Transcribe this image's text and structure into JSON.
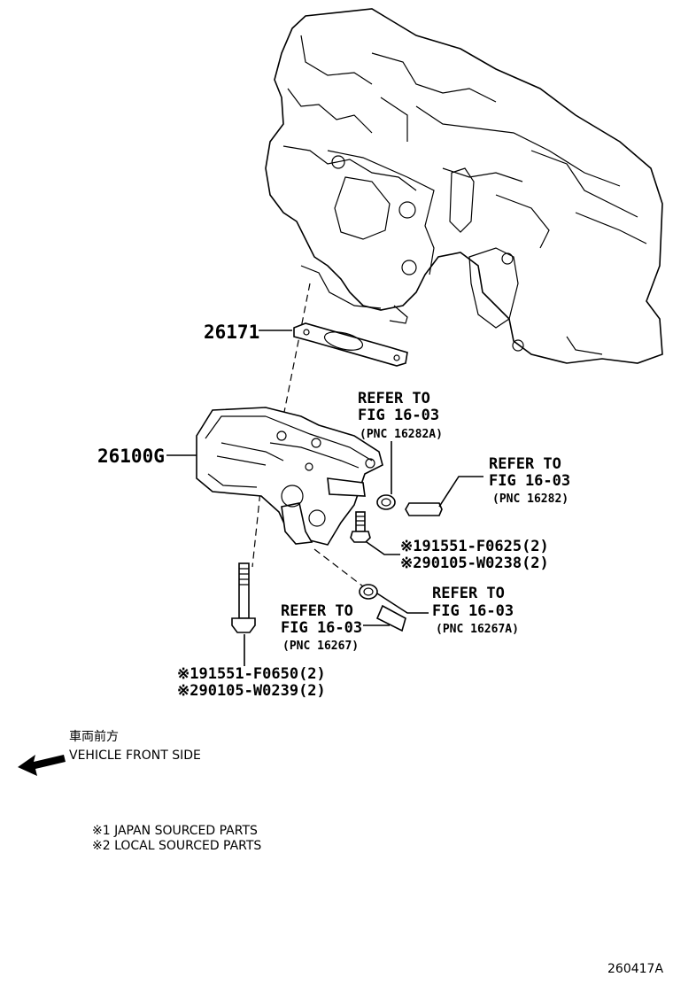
{
  "parts": {
    "gasket": "26171",
    "egr_valve": "26100G",
    "bolt_upper": {
      "line1": "※191551-F0625(2)",
      "line2": "※290105-W0238(2)"
    },
    "bolt_lower": {
      "line1": "※191551-F0650(2)",
      "line2": "※290105-W0239(2)"
    }
  },
  "refs": {
    "r1": {
      "line1": "REFER TO",
      "line2": "FIG 16-03",
      "pnc": "(PNC 16282A)"
    },
    "r2": {
      "line1": "REFER TO",
      "line2": "FIG 16-03",
      "pnc": "(PNC 16282)"
    },
    "r3": {
      "line1": "REFER TO",
      "line2": "FIG 16-03",
      "pnc": "(PNC 16267A)"
    },
    "r4": {
      "line1": "REFER TO",
      "line2": "FIG 16-03",
      "pnc": "(PNC 16267)"
    }
  },
  "direction": {
    "jp": "車両前方",
    "en": "VEHICLE FRONT SIDE"
  },
  "notes": {
    "n1": "※1 JAPAN SOURCED PARTS",
    "n2": "※2 LOCAL SOURCED PARTS"
  },
  "figure_id": "260417A"
}
